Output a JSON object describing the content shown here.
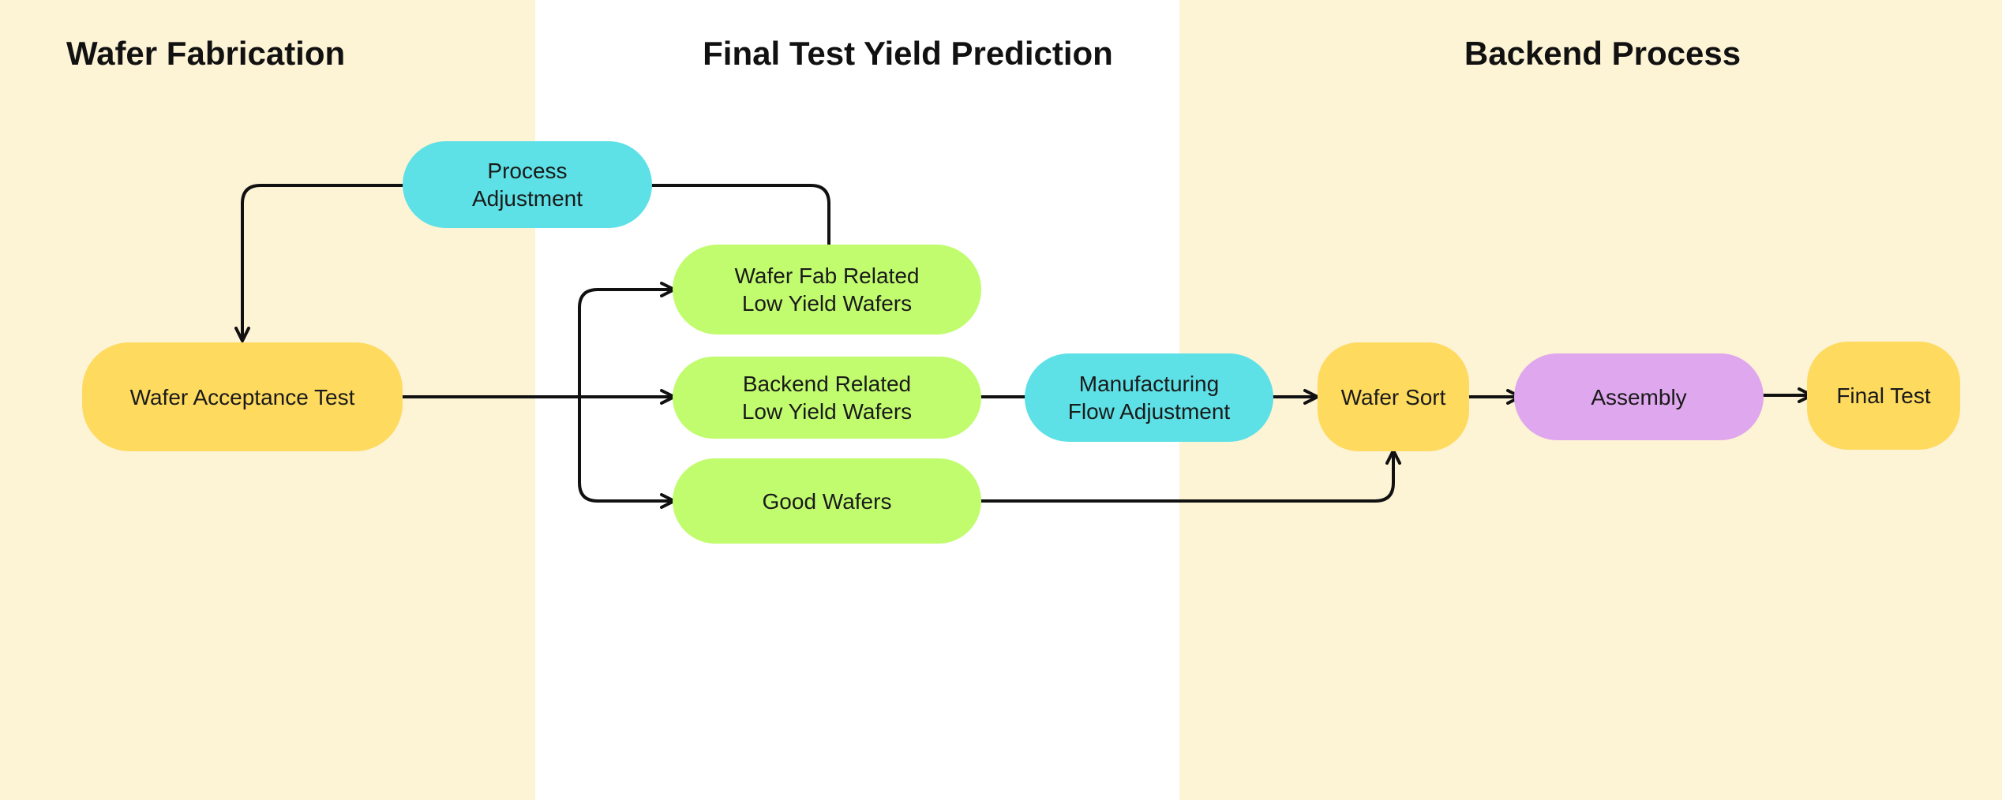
{
  "colors": {
    "lane_shaded": "#FDF3D5",
    "lane_plain": "#FFFFFF",
    "yellow_node": "#FEDA5E",
    "cyan_node": "#5DE1E6",
    "green_node": "#C1FC6E",
    "purple_node": "#DFA7EE",
    "connector": "#111111"
  },
  "lanes": {
    "fabrication": "Wafer Fabrication",
    "prediction": "Final Test Yield Prediction",
    "backend": "Backend Process"
  },
  "nodes": {
    "process_adjustment": {
      "line1": "Process",
      "line2": "Adjustment"
    },
    "wafer_acceptance_test": {
      "label": "Wafer Acceptance Test"
    },
    "wafer_fab_low_yield": {
      "line1": "Wafer Fab Related",
      "line2": "Low Yield Wafers"
    },
    "backend_low_yield": {
      "line1": "Backend Related",
      "line2": "Low Yield Wafers"
    },
    "good_wafers": {
      "label": "Good Wafers"
    },
    "manufacturing_flow_adjustment": {
      "line1": "Manufacturing",
      "line2": "Flow Adjustment"
    },
    "wafer_sort": {
      "label": "Wafer Sort"
    },
    "assembly": {
      "label": "Assembly"
    },
    "final_test": {
      "label": "Final Test"
    }
  }
}
